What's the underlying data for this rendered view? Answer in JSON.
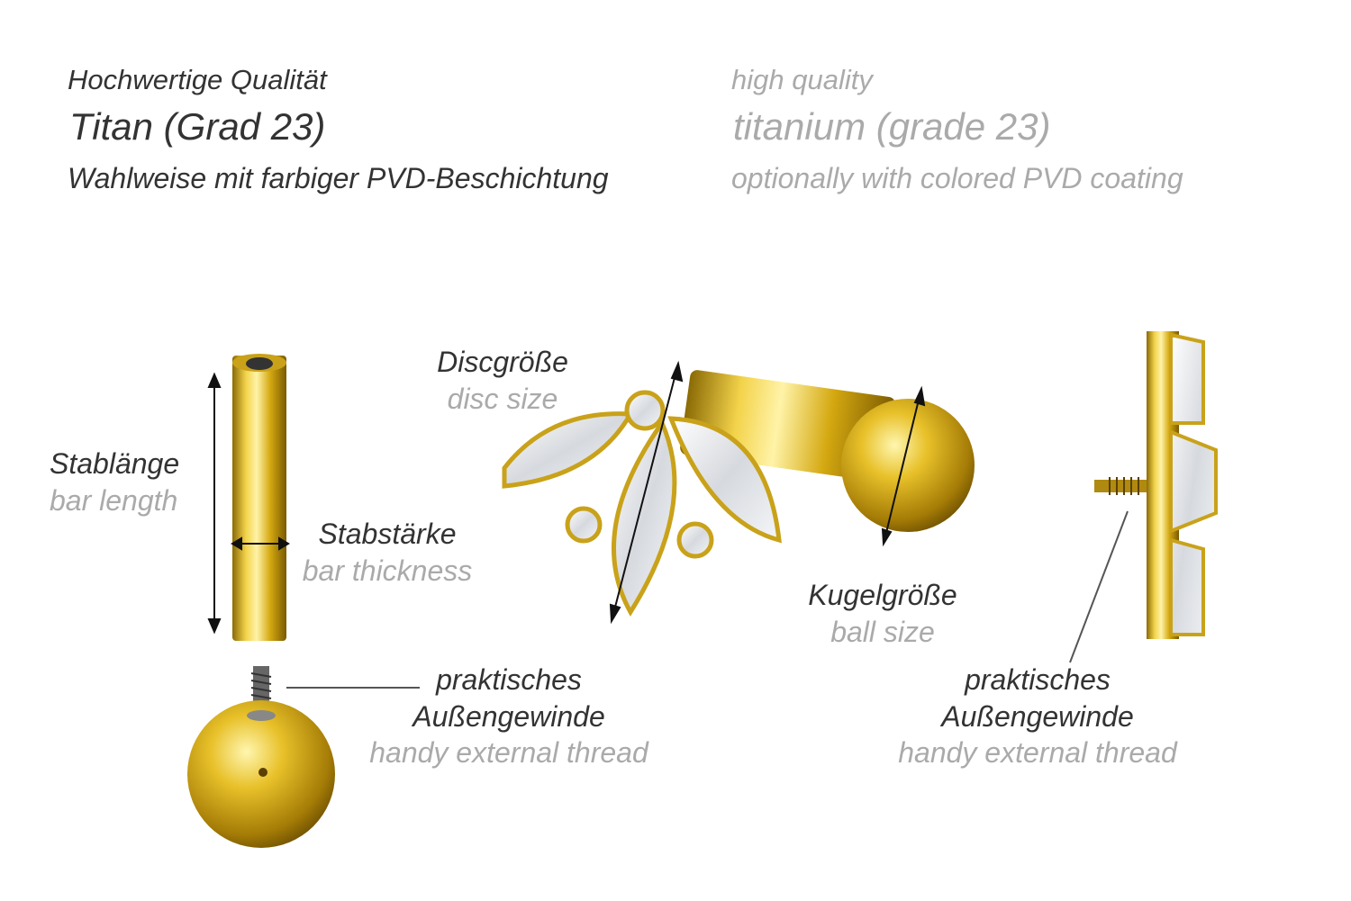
{
  "header": {
    "de": {
      "line1": "Hochwertige Qualität",
      "line2": "Titan (Grad 23)",
      "line3": "Wahlweise mit farbiger PVD-Beschichtung"
    },
    "en": {
      "line1": "high quality",
      "line2": "titanium (grade 23)",
      "line3": "optionally with colored PVD coating"
    }
  },
  "labels": {
    "bar_length": {
      "de": "Stablänge",
      "en": "bar length"
    },
    "bar_thickness": {
      "de": "Stabstärke",
      "en": "bar thickness"
    },
    "disc_size": {
      "de": "Discgröße",
      "en": "disc size"
    },
    "ball_size": {
      "de": "Kugelgröße",
      "en": "ball size"
    },
    "thread_left": {
      "de1": "praktisches",
      "de2": "Außengewinde",
      "en": "handy external thread"
    },
    "thread_right": {
      "de1": "praktisches",
      "de2": "Außengewinde",
      "en": "handy external thread"
    }
  },
  "colors": {
    "dark_text": "#333333",
    "light_text": "#aaaaaa",
    "gold": "#d4a810"
  }
}
